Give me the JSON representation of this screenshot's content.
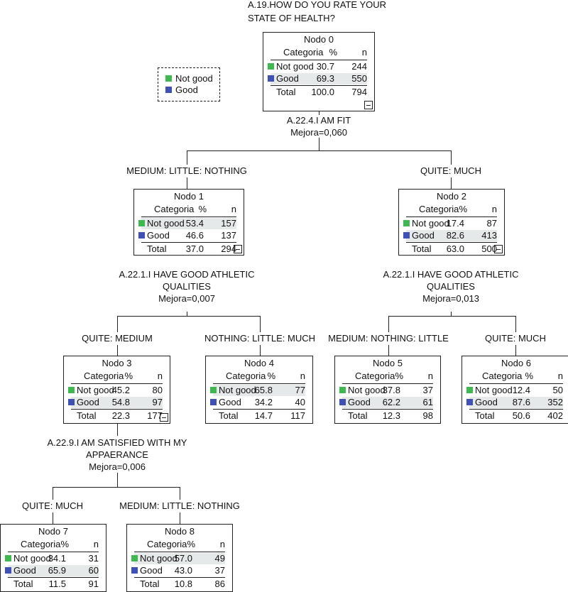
{
  "title_lines": [
    "A.19.HOW DO YOU RATE YOUR",
    "STATE OF HEALTH?"
  ],
  "legend": [
    {
      "label": "Not good",
      "color": "#3fb94f"
    },
    {
      "label": "Good",
      "color": "#3f51b5"
    }
  ],
  "column_headers": {
    "category": "Categoria",
    "pct": "%",
    "n": "n"
  },
  "total_label": "Total",
  "nodes": [
    {
      "title": "Nodo 0",
      "not_good_pct": "30.7",
      "not_good_n": "244",
      "good_pct": "69.3",
      "good_n": "550",
      "total_pct": "100.0",
      "total_n": "794"
    },
    {
      "title": "Nodo 1",
      "not_good_pct": "53.4",
      "not_good_n": "157",
      "good_pct": "46.6",
      "good_n": "137",
      "total_pct": "37.0",
      "total_n": "294"
    },
    {
      "title": "Nodo 2",
      "not_good_pct": "17.4",
      "not_good_n": "87",
      "good_pct": "82.6",
      "good_n": "413",
      "total_pct": "63.0",
      "total_n": "500"
    },
    {
      "title": "Nodo 3",
      "not_good_pct": "45.2",
      "not_good_n": "80",
      "good_pct": "54.8",
      "good_n": "97",
      "total_pct": "22.3",
      "total_n": "177"
    },
    {
      "title": "Nodo 4",
      "not_good_pct": "65.8",
      "not_good_n": "77",
      "good_pct": "34.2",
      "good_n": "40",
      "total_pct": "14.7",
      "total_n": "117"
    },
    {
      "title": "Nodo 5",
      "not_good_pct": "37.8",
      "not_good_n": "37",
      "good_pct": "62.2",
      "good_n": "61",
      "total_pct": "12.3",
      "total_n": "98"
    },
    {
      "title": "Nodo 6",
      "not_good_pct": "12.4",
      "not_good_n": "50",
      "good_pct": "87.6",
      "good_n": "352",
      "total_pct": "50.6",
      "total_n": "402"
    },
    {
      "title": "Nodo 7",
      "not_good_pct": "34.1",
      "not_good_n": "31",
      "good_pct": "65.9",
      "good_n": "60",
      "total_pct": "11.5",
      "total_n": "91"
    },
    {
      "title": "Nodo 8",
      "not_good_pct": "57.0",
      "not_good_n": "49",
      "good_pct": "43.0",
      "good_n": "37",
      "total_pct": "10.8",
      "total_n": "86"
    }
  ],
  "splits": [
    {
      "variable": "A.22.4.I AM FIT",
      "improvement": "Mejora=0,060"
    },
    {
      "variable_lines": [
        "A.22.1.I  HAVE GOOD ATHLETIC",
        "QUALITIES"
      ],
      "improvement": "Mejora=0,007"
    },
    {
      "variable_lines": [
        "A.22.1.I  HAVE GOOD ATHLETIC",
        "QUALITIES"
      ],
      "improvement": "Mejora=0,013"
    },
    {
      "variable_lines": [
        "A.22.9.I  AM SATISFIED WITH MY",
        "APPAERANCE"
      ],
      "improvement": "Mejora=0,006"
    }
  ],
  "branches": {
    "n1": "MEDIUM: LITTLE: NOTHING",
    "n2": "QUITE: MUCH",
    "n3": "QUITE: MEDIUM",
    "n4": "NOTHING: LITTLE: MUCH",
    "n5": "MEDIUM: NOTHING: LITTLE",
    "n6": "QUITE: MUCH",
    "n7": "QUITE: MUCH",
    "n8": "MEDIUM: LITTLE: NOTHING"
  }
}
